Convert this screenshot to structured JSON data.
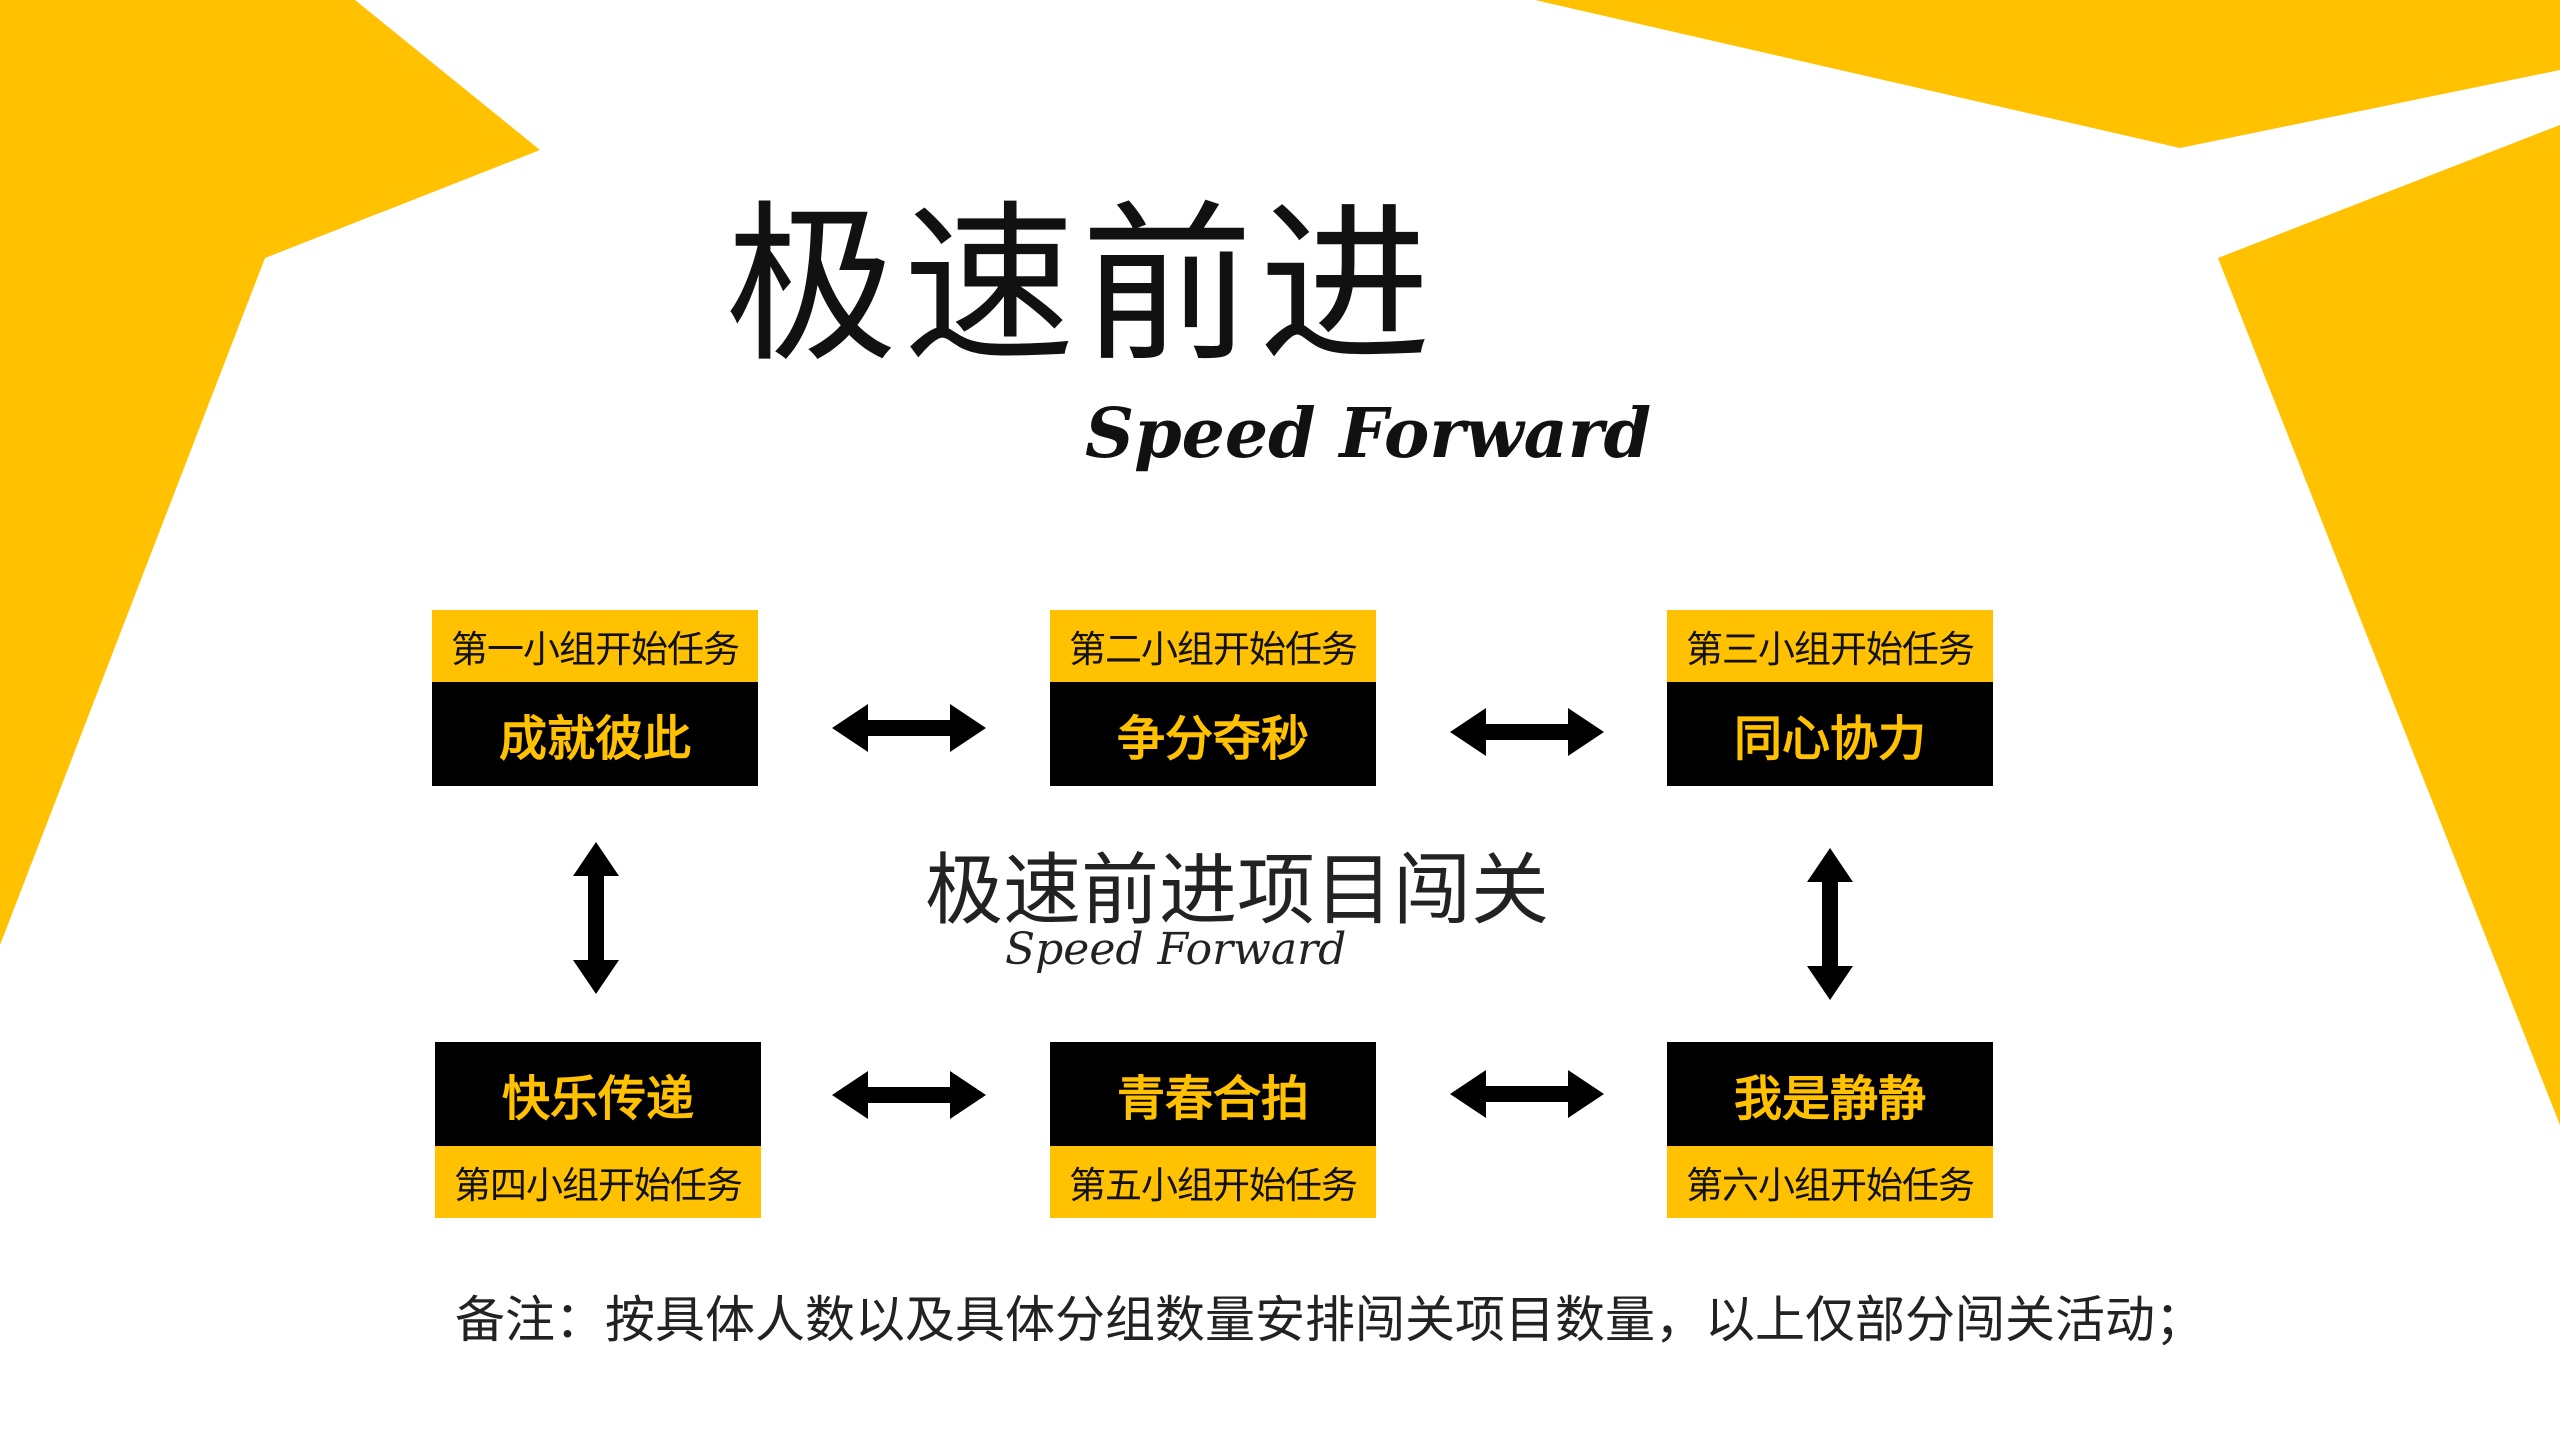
{
  "title": "极速前进",
  "subtitle": "Speed Forward",
  "center": {
    "title": "极速前进项目闯关",
    "subtitle": "Speed Forward"
  },
  "groups": [
    {
      "tag": "第一小组开始任务",
      "name": "成就彼此"
    },
    {
      "tag": "第二小组开始任务",
      "name": "争分夺秒"
    },
    {
      "tag": "第三小组开始任务",
      "name": "同心协力"
    },
    {
      "tag": "第四小组开始任务",
      "name": "快乐传递"
    },
    {
      "tag": "第五小组开始任务",
      "name": "青春合拍"
    },
    {
      "tag": "第六小组开始任务",
      "name": "我是静静"
    }
  ],
  "note": "备注：按具体人数以及具体分组数量安排闯关项目数量，以上仅部分闯关活动；",
  "colors": {
    "accent": "#ffc100",
    "box": "#000000",
    "text": "#111111"
  }
}
